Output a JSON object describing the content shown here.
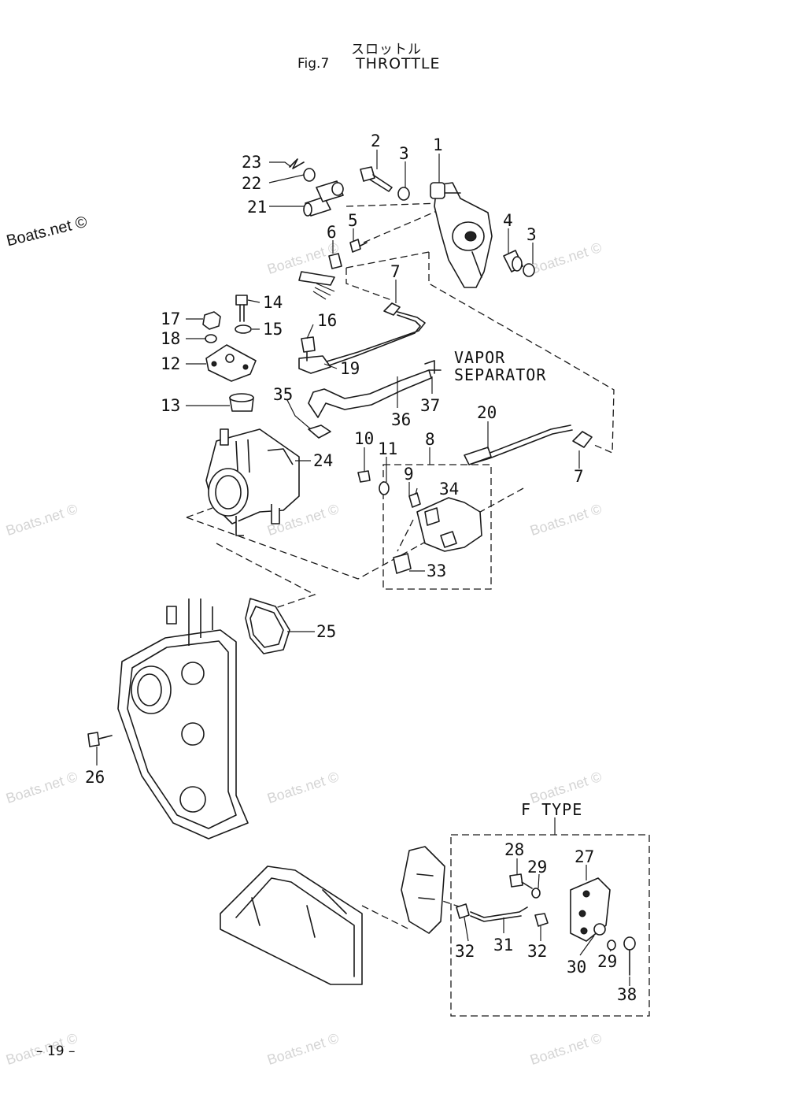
{
  "header": {
    "title_jp": "スロットル",
    "fig_label": "Fig.7",
    "title_en": "THROTTLE"
  },
  "brand_text": "Boats.net ©",
  "watermark_text": "Boats.net ©",
  "page_number": "– 19 –",
  "callouts": [
    {
      "id": "c1",
      "text": "1"
    },
    {
      "id": "c2",
      "text": "2"
    },
    {
      "id": "c3a",
      "text": "3"
    },
    {
      "id": "c3b",
      "text": "3"
    },
    {
      "id": "c4",
      "text": "4"
    },
    {
      "id": "c5",
      "text": "5"
    },
    {
      "id": "c6",
      "text": "6"
    },
    {
      "id": "c7a",
      "text": "7"
    },
    {
      "id": "c7b",
      "text": "7"
    },
    {
      "id": "c8",
      "text": "8"
    },
    {
      "id": "c9",
      "text": "9"
    },
    {
      "id": "c10",
      "text": "10"
    },
    {
      "id": "c11",
      "text": "11"
    },
    {
      "id": "c12",
      "text": "12"
    },
    {
      "id": "c13",
      "text": "13"
    },
    {
      "id": "c14",
      "text": "14"
    },
    {
      "id": "c15",
      "text": "15"
    },
    {
      "id": "c16",
      "text": "16"
    },
    {
      "id": "c17",
      "text": "17"
    },
    {
      "id": "c18",
      "text": "18"
    },
    {
      "id": "c19",
      "text": "19"
    },
    {
      "id": "c20",
      "text": "20"
    },
    {
      "id": "c21",
      "text": "21"
    },
    {
      "id": "c22",
      "text": "22"
    },
    {
      "id": "c23",
      "text": "23"
    },
    {
      "id": "c24",
      "text": "24"
    },
    {
      "id": "c25",
      "text": "25"
    },
    {
      "id": "c26",
      "text": "26"
    },
    {
      "id": "c27",
      "text": "27"
    },
    {
      "id": "c28",
      "text": "28"
    },
    {
      "id": "c29a",
      "text": "29"
    },
    {
      "id": "c29b",
      "text": "29"
    },
    {
      "id": "c30",
      "text": "30"
    },
    {
      "id": "c31",
      "text": "31"
    },
    {
      "id": "c32a",
      "text": "32"
    },
    {
      "id": "c32b",
      "text": "32"
    },
    {
      "id": "c33",
      "text": "33"
    },
    {
      "id": "c34",
      "text": "34"
    },
    {
      "id": "c35",
      "text": "35"
    },
    {
      "id": "c36",
      "text": "36"
    },
    {
      "id": "c37",
      "text": "37"
    },
    {
      "id": "c38",
      "text": "38"
    }
  ],
  "notes": {
    "vapor": "VAPOR",
    "separator": "SEPARATOR",
    "f_type": "F TYPE"
  }
}
